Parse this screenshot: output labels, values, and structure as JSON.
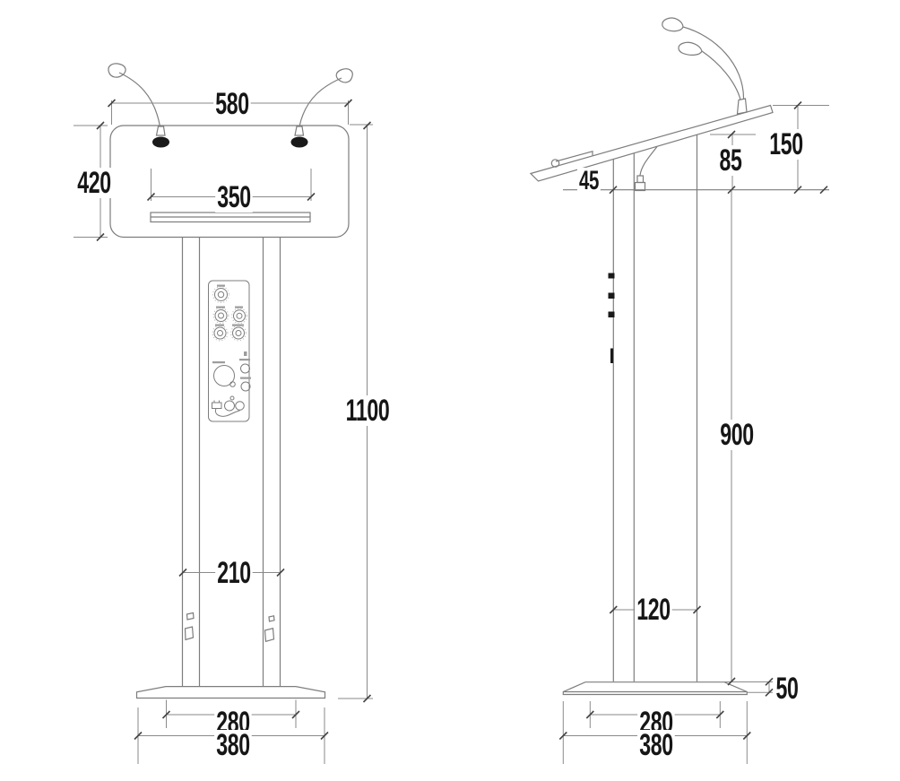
{
  "colors": {
    "background": "#ffffff",
    "object_line": "#7d7d7d",
    "dimension_line": "#8a8a8a",
    "tick": "#454545",
    "label_text": "#161616",
    "solid_fill": "#1a1a1a"
  },
  "dims": {
    "front": {
      "top_width": "580",
      "top_height": "420",
      "tray_width": "350",
      "overall_height": "1100",
      "column_width": "210",
      "base_top_width": "280",
      "base_width": "380"
    },
    "side": {
      "desk_front_edge": "45",
      "desk_back_rise": "85",
      "desk_height": "150",
      "body_height": "900",
      "column_depth": "120",
      "base_height": "50",
      "base_top_depth": "280",
      "base_depth": "380"
    }
  },
  "components": {
    "front_view": [
      "gooseneck-lamp-left",
      "gooseneck-lamp-right",
      "top-panel",
      "book-tray",
      "control-panel",
      "column-left",
      "column-right",
      "base"
    ],
    "side_view": [
      "reading-surface",
      "book-stop-lip",
      "gooseneck-lamp",
      "mic-connector",
      "column",
      "base"
    ]
  }
}
